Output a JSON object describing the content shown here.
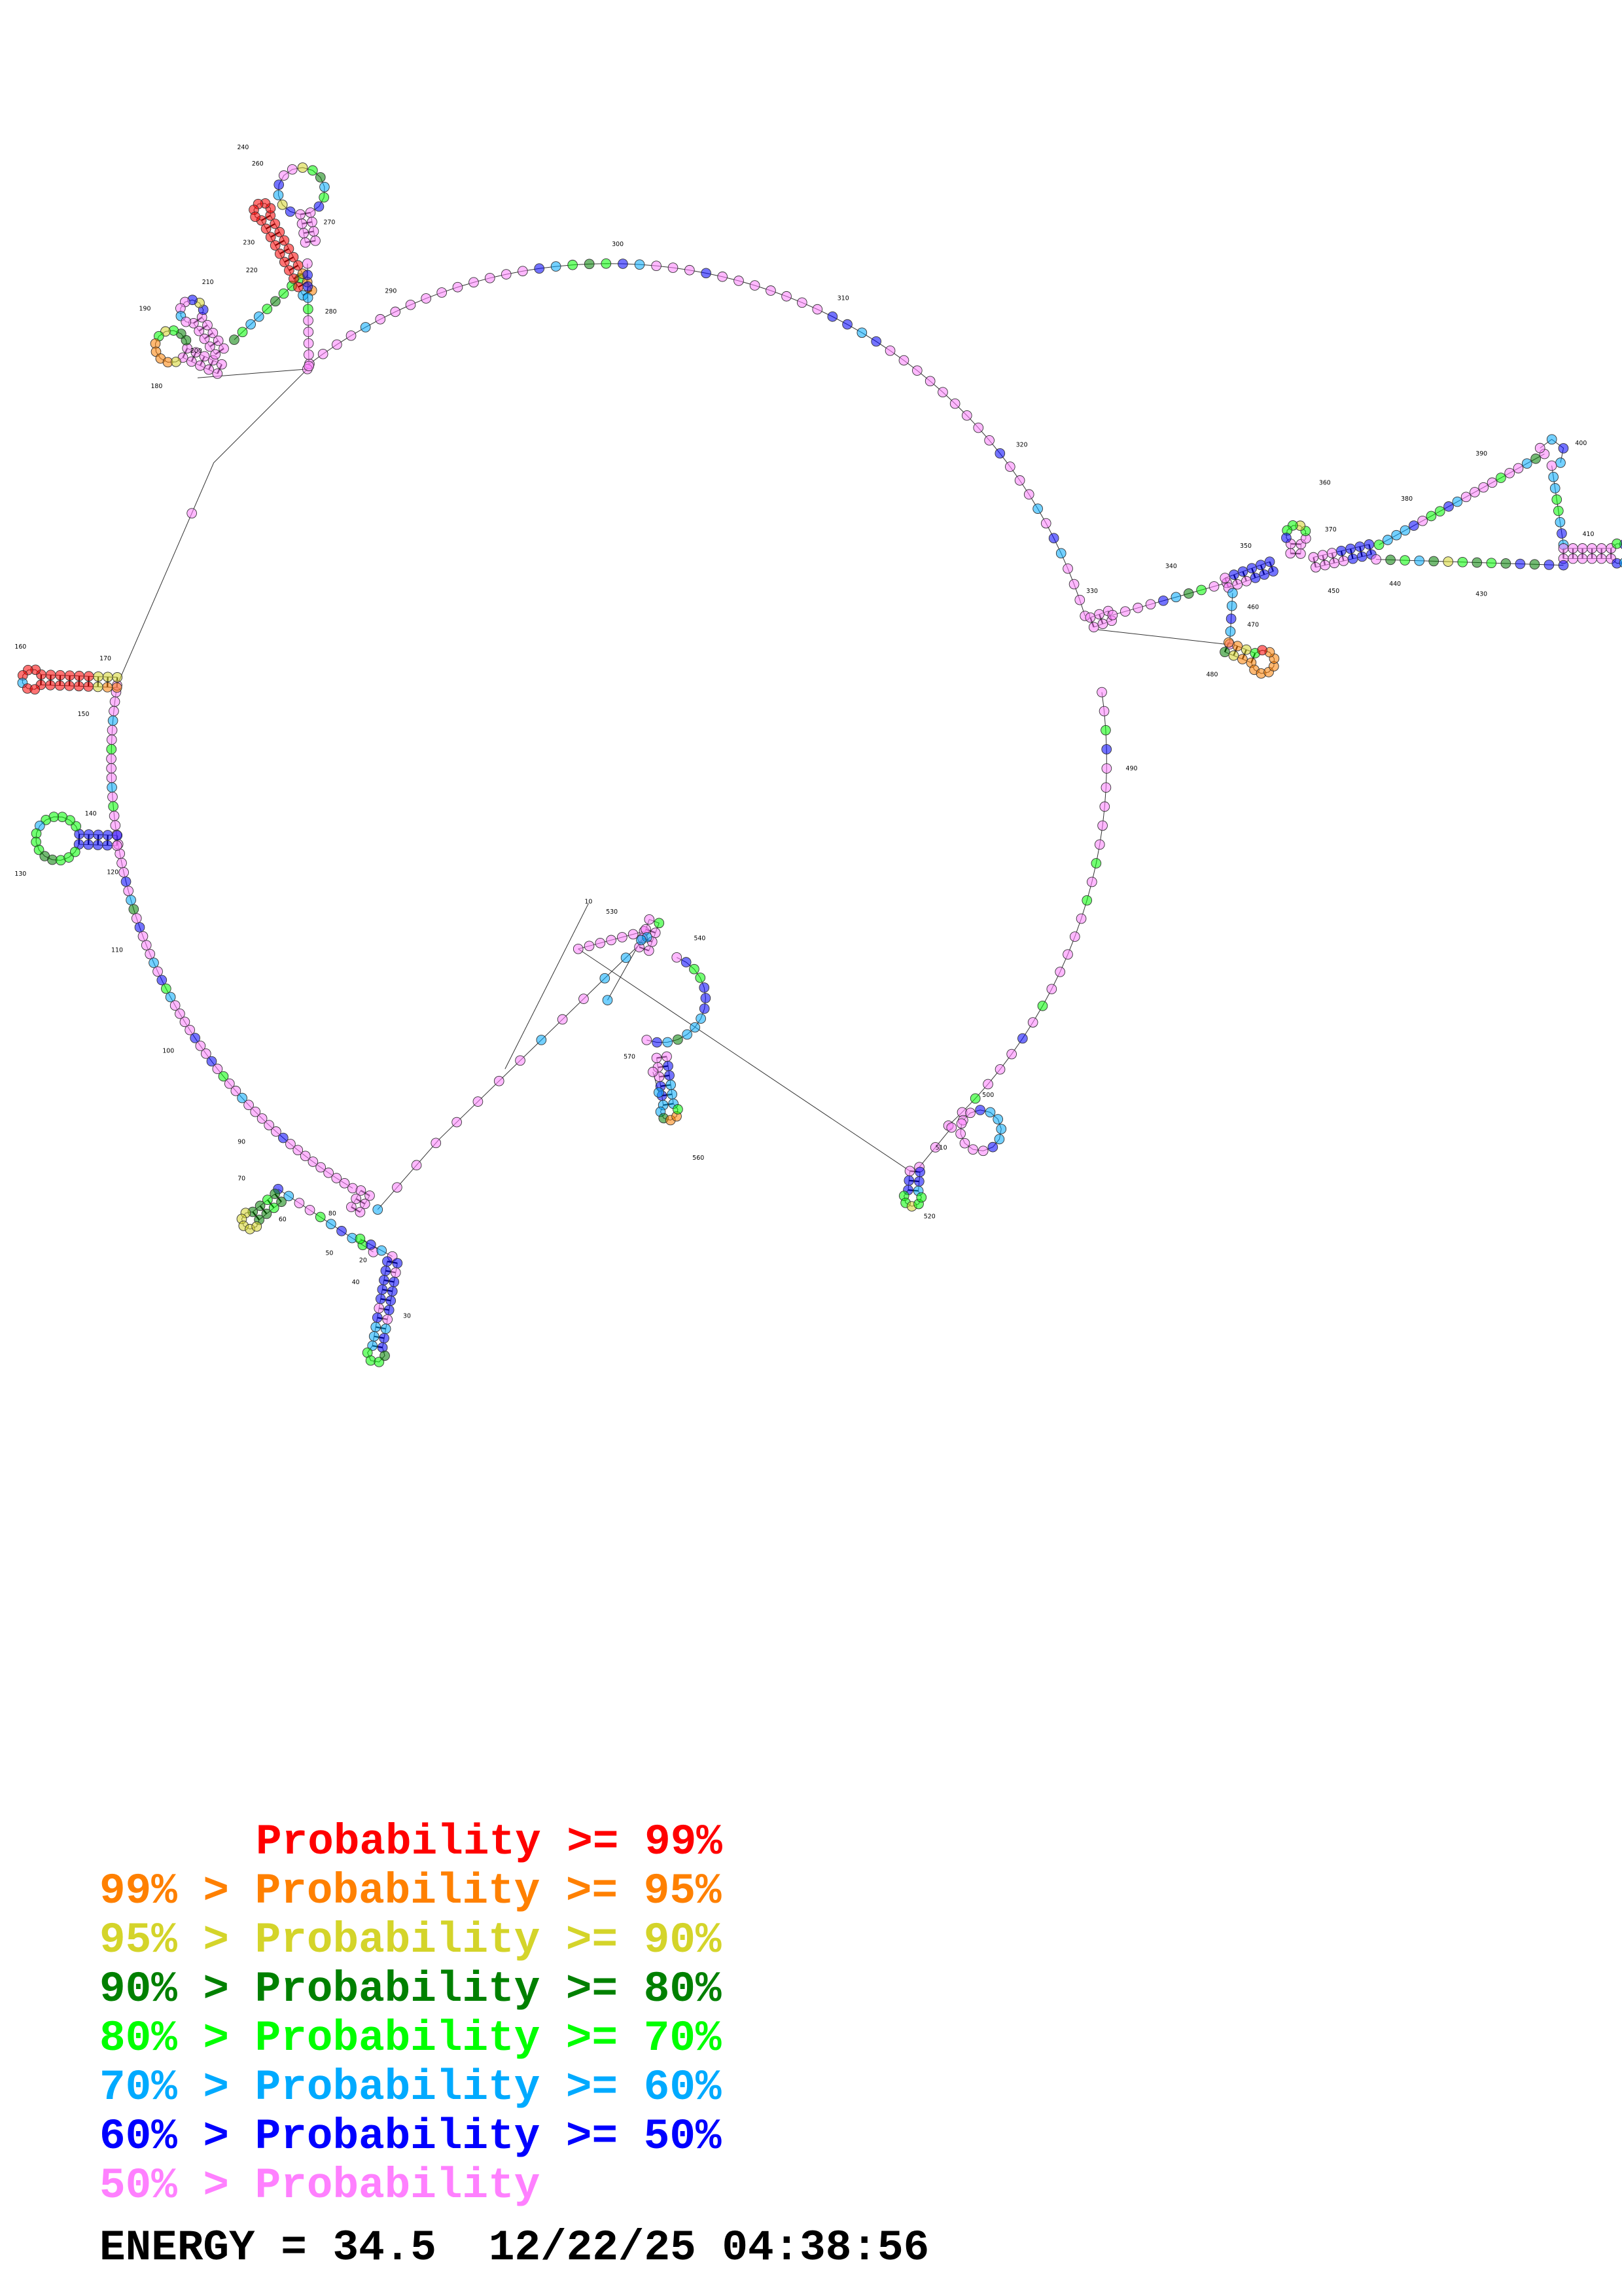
{
  "colors": {
    "p99": "#ff0000",
    "p95": "#ff8000",
    "p90": "#d4d42a",
    "p80": "#008000",
    "p70": "#00ff00",
    "p60": "#00aaff",
    "p50": "#0000ff",
    "plow": "#ff80ff"
  },
  "legend": [
    {
      "text": "Probability >= 99%",
      "color": "#ff0000"
    },
    {
      "text": "99% > Probability >= 95%",
      "color": "#ff8000"
    },
    {
      "text": "95% > Probability >= 90%",
      "color": "#d4d42a"
    },
    {
      "text": "90% > Probability >= 80%",
      "color": "#008000"
    },
    {
      "text": "80% > Probability >= 70%",
      "color": "#00ff00"
    },
    {
      "text": "70% > Probability >= 60%",
      "color": "#00aaff"
    },
    {
      "text": "60% > Probability >= 50%",
      "color": "#0000ff"
    },
    {
      "text": "50% > Probability",
      "color": "#ff80ff"
    }
  ],
  "energy": "ENERGY = 34.5",
  "timestamp": "12/22/25 04:38:56",
  "position_labels": [
    "10",
    "20",
    "30",
    "40",
    "50",
    "60",
    "70",
    "80",
    "90",
    "100",
    "110",
    "120",
    "130",
    "140",
    "150",
    "160",
    "170",
    "180",
    "190",
    "200",
    "210",
    "220",
    "230",
    "240",
    "260",
    "270",
    "280",
    "290",
    "300",
    "310",
    "320",
    "330",
    "340",
    "350",
    "360",
    "370",
    "380",
    "390",
    "400",
    "410",
    "430",
    "440",
    "450",
    "460",
    "470",
    "480",
    "490",
    "500",
    "510",
    "520",
    "530",
    "540",
    "560",
    "570"
  ]
}
